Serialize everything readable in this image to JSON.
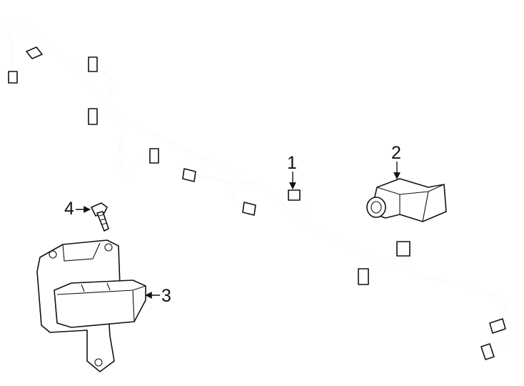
{
  "callouts": [
    {
      "label": "1",
      "part": "wiring-harness"
    },
    {
      "label": "2",
      "part": "park-assist-sensor"
    },
    {
      "label": "3",
      "part": "control-module"
    },
    {
      "label": "4",
      "part": "bolt"
    }
  ]
}
